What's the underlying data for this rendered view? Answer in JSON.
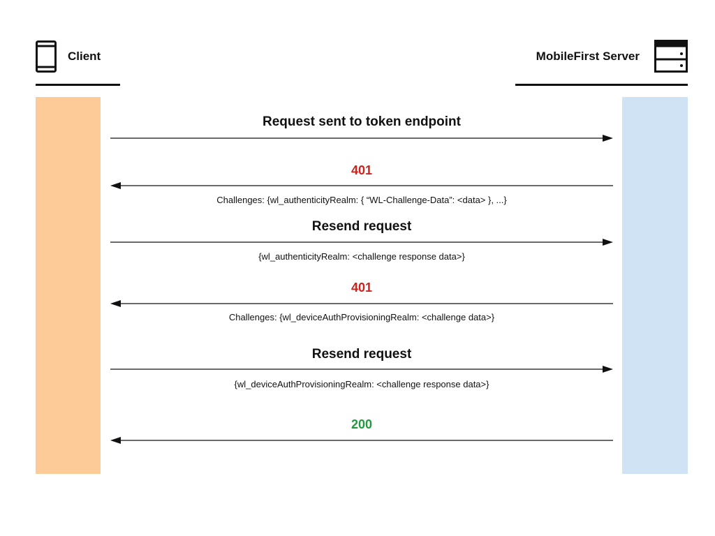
{
  "client": {
    "label": "Client"
  },
  "server": {
    "label": "MobileFirst Server"
  },
  "colors": {
    "client_lane": "#fdcb98",
    "server_lane": "#cfe3f4",
    "error_code": "#d0211c",
    "success_code": "#1f9a3c"
  },
  "messages": [
    {
      "direction": "to-server",
      "title": "Request sent to token endpoint"
    },
    {
      "direction": "to-client",
      "code": "401",
      "detail": "Challenges: {wl_authenticityRealm: { “WL-Challenge-Data”: <data> }, ...}"
    },
    {
      "direction": "to-server",
      "title": "Resend request",
      "detail": "{wl_authenticityRealm: <challenge response data>}"
    },
    {
      "direction": "to-client",
      "code": "401",
      "detail": "Challenges: {wl_deviceAuthProvisioningRealm: <challenge data>}"
    },
    {
      "direction": "to-server",
      "title": "Resend request",
      "detail": "{wl_deviceAuthProvisioningRealm: <challenge response data>}"
    },
    {
      "direction": "to-client",
      "code": "200"
    }
  ]
}
